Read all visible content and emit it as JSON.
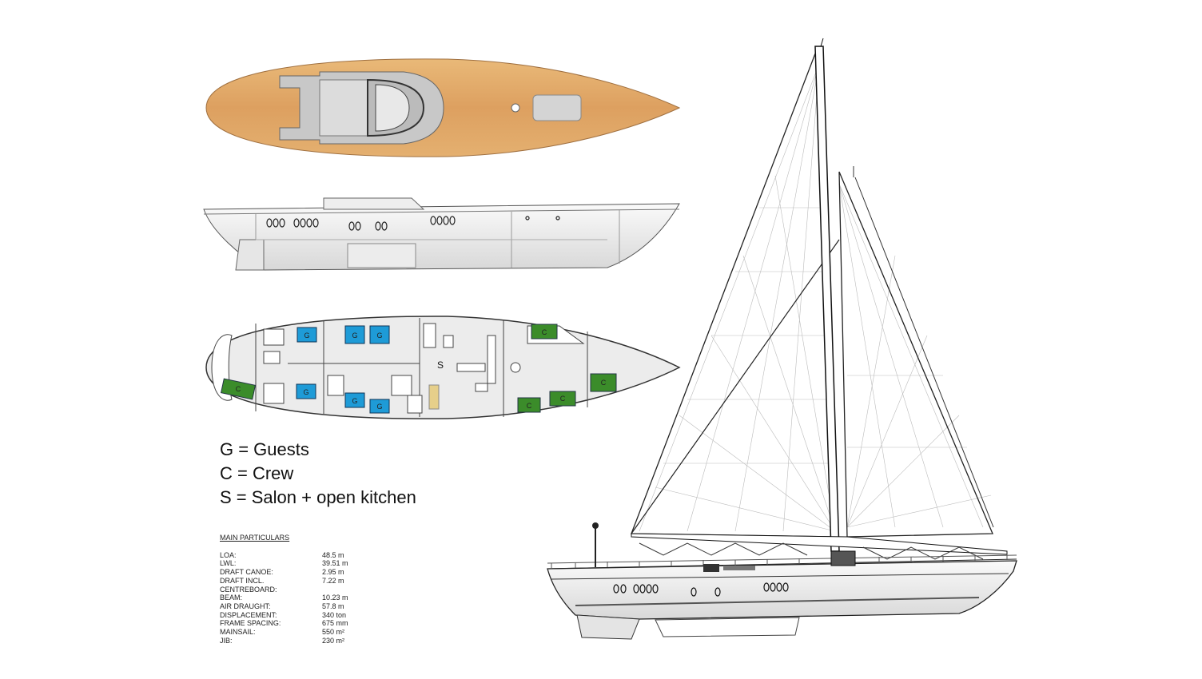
{
  "legend": {
    "guests": "G = Guests",
    "crew": "C = Crew",
    "salon": "S = Salon + open kitchen"
  },
  "cabin_labels": {
    "guest": "G",
    "crew": "C",
    "salon": "S"
  },
  "particulars": {
    "title": "MAIN PARTICULARS",
    "rows": [
      {
        "label": "LOA:",
        "value": "48.5 m"
      },
      {
        "label": "LWL:",
        "value": "39.51 m"
      },
      {
        "label": "DRAFT CANOE:",
        "value": "2.95 m"
      },
      {
        "label": "DRAFT INCL. CENTREBOARD:",
        "value": "7.22 m"
      },
      {
        "label": "BEAM:",
        "value": "10.23 m"
      },
      {
        "label": "AIR DRAUGHT:",
        "value": "57.8 m"
      },
      {
        "label": "DISPLACEMENT:",
        "value": "340 ton"
      },
      {
        "label": "FRAME SPACING:",
        "value": "675 mm"
      },
      {
        "label": "MAINSAIL:",
        "value": "550 m²"
      },
      {
        "label": "JIB:",
        "value": "230 m²"
      }
    ]
  },
  "colors": {
    "deck": "#dfa866",
    "guest": "#1e9bd7",
    "crew": "#3b8c2a",
    "table": "#e6cf8a"
  }
}
